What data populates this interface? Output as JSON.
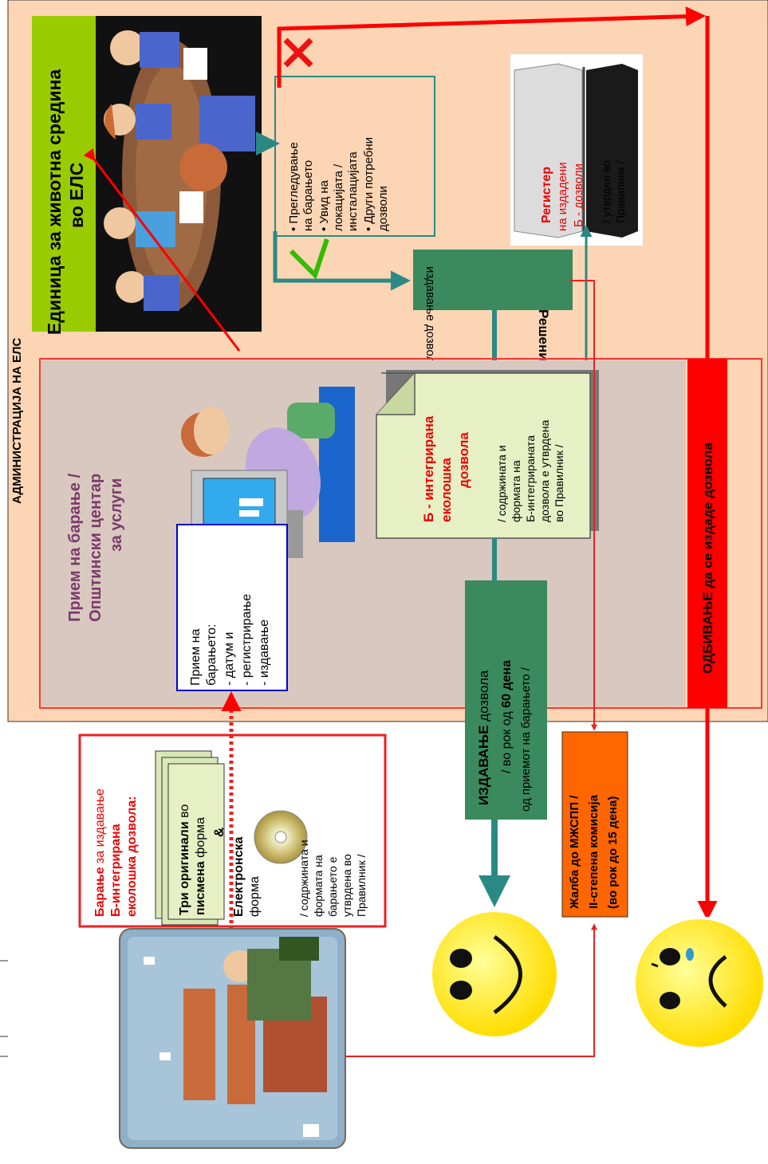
{
  "administration": {
    "title": "АДМИНИСТРАЦИЈА НА ЕЛС"
  },
  "environment_unit": {
    "title_line1": "Единица за животна средина",
    "title_line2": "во ЕЛС"
  },
  "review_box": {
    "items": [
      "• Прегледување",
      "  на барањето",
      "• Увид на",
      "  локацијата /",
      "  инсталацијата",
      "• Други потребни",
      "  дозволи"
    ]
  },
  "register": {
    "title": "Регистер",
    "line2": "на издадени",
    "line3": "Б - дозволи",
    "line4": "/ утврден во",
    "line5": "Правилник /"
  },
  "decision": {
    "line1": "Решение за",
    "line2": "издавање дозвола"
  },
  "reception_center": {
    "line1": "Прием на барање /",
    "line2": "Општински центар",
    "line3": "за услуги"
  },
  "reception_box": {
    "lines": [
      "Прием на",
      "барањето:",
      "- датум и",
      "- регистрирање",
      "- издавање"
    ]
  },
  "permit_doc": {
    "title_line1": "Б - интегрирана",
    "title_line2": "еколошка",
    "title_line3": "дозвола",
    "note": [
      "/ содржината и",
      "формата на",
      "Б-интегрираната",
      "дозвола е утврдена",
      "во Правилник /"
    ]
  },
  "issuing": {
    "line1_bold": "ИЗДАВАЊЕ",
    "line1_rest": " дозвола",
    "line2_pre": "/ во рок од ",
    "line2_bold": "60 дена",
    "line3": "од приемот на барањето /"
  },
  "refusal": {
    "label_bold": "ОДБИВАЊЕ",
    "label_rest": " да се издаде дозвола"
  },
  "request_box": {
    "title_line1_red": "Барање",
    "title_line1_rest": " за издавање",
    "title_line2": "Б-интегрирана",
    "title_line3": "еколошка дозвола:",
    "paper_line1_bold": "Три оригинали",
    "paper_line1_rest": " во",
    "paper_line2_bold": "писмена",
    "paper_line2_rest": " форма",
    "amp": "&",
    "electronic_bold": "Електронска",
    "electronic_rest": "форма",
    "note": [
      "/ содржината и",
      "формата на",
      "барањето е",
      "утврдена во",
      "Правилник /"
    ]
  },
  "appeal": {
    "line1": "Жалба до МЖСПП /",
    "line2": "II-степена комисија",
    "line3": "(во рок до 15 дена)"
  },
  "colors": {
    "admin_bg": "#fcd5b4",
    "unit_green": "#99cc00",
    "teal": "#2a8a83",
    "dark_green": "#3a8a5e",
    "red": "#ff0000",
    "orange": "#ff6600",
    "doc_green": "#e6f0c4",
    "reception_bg": "#d9c8bf",
    "smiley": "#ffee33"
  },
  "icons": {
    "happy": "happy-smiley-icon",
    "sad": "sad-smiley-icon",
    "cd": "cd-disc-icon",
    "book": "register-book-icon",
    "check": "check-mark-icon",
    "cross": "x-mark-icon"
  }
}
